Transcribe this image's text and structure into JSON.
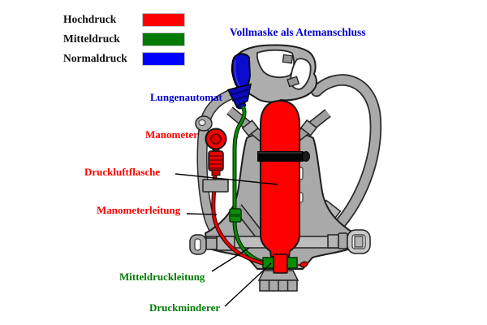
{
  "legend": {
    "items": [
      {
        "label": "Hochdruck",
        "color": "#ff0000"
      },
      {
        "label": "Mitteldruck",
        "color": "#007a00"
      },
      {
        "label": "Normaldruck",
        "color": "#0000ff"
      }
    ]
  },
  "labels": {
    "vollmaske": {
      "text": "Vollmaske als Atemanschluss",
      "color": "#0000cc"
    },
    "lungenautomat": {
      "text": "Lungenautomat",
      "color": "#0000cc"
    },
    "manometer": {
      "text": "Manometer",
      "color": "#ff0000"
    },
    "druckluftflasche": {
      "text": "Druckluftflasche",
      "color": "#ff0000"
    },
    "manometerleitung": {
      "text": "Manometerleitung",
      "color": "#ff0000"
    },
    "mitteldruckleitung": {
      "text": "Mitteldruckleitung",
      "color": "#007a00"
    },
    "druckminderer": {
      "text": "Druckminderer",
      "color": "#007a00"
    }
  },
  "palette": {
    "high_pressure": "#ff0000",
    "medium_pressure": "#078c07",
    "normal_pressure": "#0000ff",
    "apparatus_gray": "#a9a9a9",
    "mask_visor_blue": "#0b0bcd"
  }
}
